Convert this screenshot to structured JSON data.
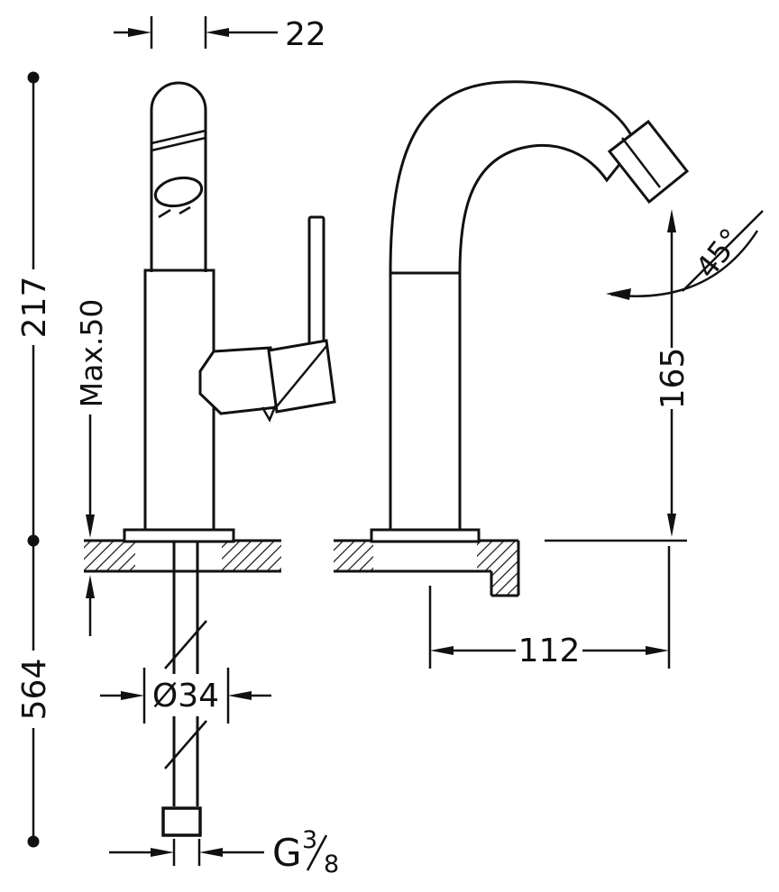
{
  "drawing": {
    "type": "technical-dimension-drawing",
    "subject": "single-lever basin/bidet mixer faucet, front view and side view with mounting dimensions"
  },
  "labels": {
    "spout_width": "22",
    "height_above_deck": "217",
    "max_mounting_thickness": "Max.50",
    "length_below_deck": "564",
    "shank_diameter": "Ø34",
    "swivel_angle": "45°",
    "spout_height": "165",
    "spout_reach": "112",
    "thread_g": "G",
    "thread_numerator": "3",
    "thread_denominator": "8"
  },
  "colors": {
    "ink": "#111111",
    "background": "#ffffff"
  }
}
